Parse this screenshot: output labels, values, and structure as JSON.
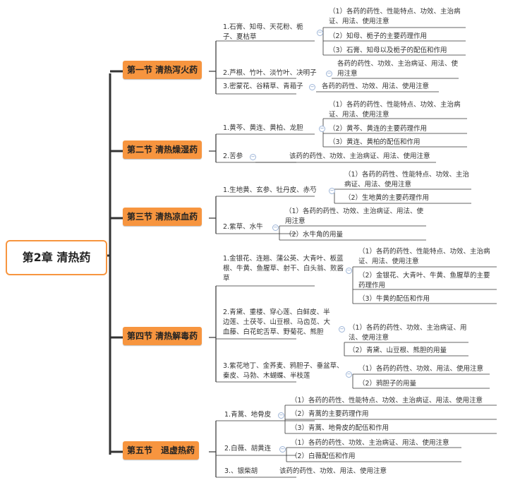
{
  "root": "第2章 清热药",
  "sections": [
    {
      "title": "第一节 清热泻火药",
      "drugs": [
        {
          "text": "1.石膏、知母、天花粉、栀子、夏枯草",
          "notes": [
            "（1）各药的药性、性能特点、功效、主治病证、用法、使用注意",
            "（2）知母、栀子的主要药理作用",
            "（3）石膏、知母以及栀子的配伍和作用"
          ]
        },
        {
          "text": "2.芦根、竹叶、淡竹叶、决明子",
          "notes": [
            "各药的药性、功效、主治病证、用法、使用注意"
          ]
        },
        {
          "text": "3.密蒙花、谷精草、青葙子",
          "notes": [
            "各药的药性、功效、用法、使用注意"
          ]
        }
      ]
    },
    {
      "title": "第二节 清热燥湿药",
      "drugs": [
        {
          "text": "1.黄芩、黄连、黄柏、龙胆",
          "notes": [
            "（1）各药的药性、性能特点、功效、主治病证、用法、使用注意",
            "（2）黄芩、黄连的主要药理作用",
            "（3）黄连、黄柏的配伍和作用"
          ]
        },
        {
          "text": "2.苦参",
          "notes": [
            "该药的药性、功效、主治病证、用法、使用注意"
          ]
        }
      ]
    },
    {
      "title": "第三节 清热凉血药",
      "drugs": [
        {
          "text": "1.生地黄、玄参、牡丹皮、赤芍",
          "notes": [
            "（1）各药的药性、性能特点、功效、主治病证、用法、使用注意",
            "（2）生地黄的主要药理作用"
          ]
        },
        {
          "text": "2.紫草、水牛",
          "notes": [
            "（1）各药的药性、功效、主治病证、用法、使用注意",
            "（2）水牛角的用量"
          ]
        }
      ]
    },
    {
      "title": "第四节 清热解毒药",
      "drugs": [
        {
          "text": "1.金银花、连翘、蒲公英、大青叶、板蓝根、牛黄、鱼腥草、射干、白头翁、败酱草",
          "notes": [
            "（1）各药的药性、性能特点、功效、主治病证、用法、使用注意",
            "（2）金银花、大青叶、牛黄、鱼腥草的主要药理作用",
            "（3）牛黄的配伍和作用"
          ]
        },
        {
          "text": "2.青黛、重楼、穿心莲、白鲜皮、半边莲、土茯苓、山豆根、马齿苋、大血藤、白花蛇舌草、野菊花、熊胆",
          "notes": [
            "（1）各药的药性、功效、主治病证、用法、使用注意",
            "（2）青黛、山豆根、熊胆的用量"
          ]
        },
        {
          "text": "3.紫花地丁、金荞麦、鸦胆子、垂盆草、秦皮、马勃、木蝴蝶、半枝莲",
          "notes": [
            "（1）各药的药性、功效、用法、使用注意",
            "（2）鸦胆子的用量"
          ]
        }
      ]
    },
    {
      "title": "第五节　退虚热药",
      "drugs": [
        {
          "text": "1.青蒿、地骨皮",
          "notes": [
            "（1）各药的药性、性能特点、功效、主治病证、用法、使用注意",
            "（2）青蒿的主要药理作用",
            "（3）青蒿、地骨皮的配伍和作用"
          ]
        },
        {
          "text": "2.白薇、胡黄连",
          "notes": [
            "（1）各药的药性、功效、主治病证、用法、使用注意",
            "（2）白薇配伍和作用"
          ]
        },
        {
          "text": "3.、银柴胡",
          "notes": [
            "该药的药性、功效、用法、使用注意"
          ]
        }
      ]
    }
  ]
}
